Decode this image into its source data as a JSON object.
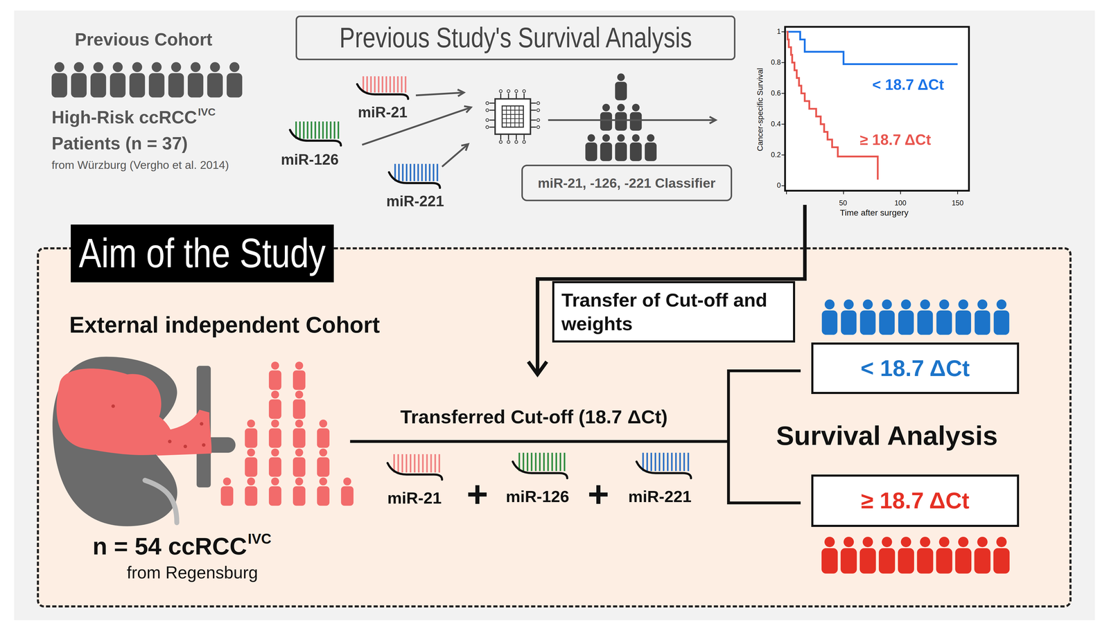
{
  "diagram": {
    "nodes": [
      {
        "text": [
          "Previous Study's Survival Analysis"
        ]
      },
      {
        "text": [
          "miR-21, -126, -221 Classifier"
        ]
      },
      {
        "text": [
          "Aim of the Study"
        ]
      },
      {
        "text": [
          "Transfer of Cut-off and weights"
        ],
        "in": 2
      },
      {
        "text": [
          "< 18.7 ΔCt"
        ],
        "in": 2
      },
      {
        "text": [
          "≥ 18.7 ΔCt"
        ],
        "in": 2
      }
    ],
    "labels": [
      "Previous Cohort",
      "High-Risk ccRCC",
      "IVC",
      "Patients (n = 37)",
      "from Würzburg (Vergho et al. 2014)",
      "miR-21",
      "miR-126",
      "miR-221",
      "1",
      "0.8",
      "0.6",
      "0.4",
      "0.2",
      "0",
      "50",
      "100",
      "150",
      "Cancer-specific Survival",
      "Time after surgery",
      "< 18.7 ΔCt",
      "≥ 18.7 ΔCt",
      "External independent Cohort",
      "n = 54 ccRCC",
      "IVC",
      "from Regensburg",
      "Transferred Cut-off (18.7 ΔCt)",
      "miR-21",
      "+",
      "miR-126",
      "+",
      "miR-221",
      "Survival Analysis"
    ]
  }
}
